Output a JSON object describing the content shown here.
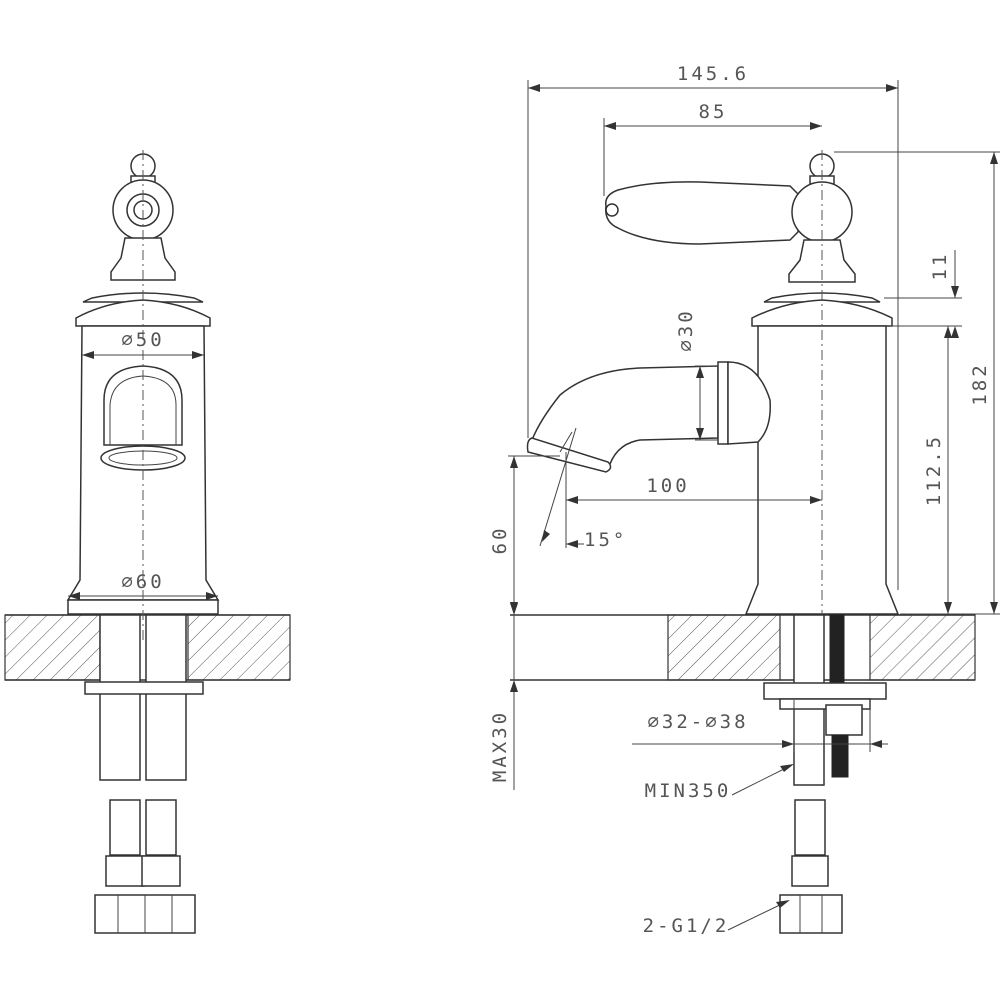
{
  "front_view": {
    "dim_top_diameter": "∅50",
    "dim_base_diameter": "∅60"
  },
  "side_view": {
    "dim_overall_width": "145.6",
    "dim_handle_width": "85",
    "dim_spout_diameter": "∅30",
    "dim_spout_reach": "100",
    "dim_spout_angle": "15°",
    "dim_spout_height": "60",
    "dim_height_11": "11",
    "dim_height_112_5": "112.5",
    "dim_total_height": "182",
    "dim_max_thickness": "MAX30",
    "dim_hole_diameter": "∅32-∅38",
    "dim_hose_length": "MIN350",
    "dim_connector": "2-G1/2"
  }
}
